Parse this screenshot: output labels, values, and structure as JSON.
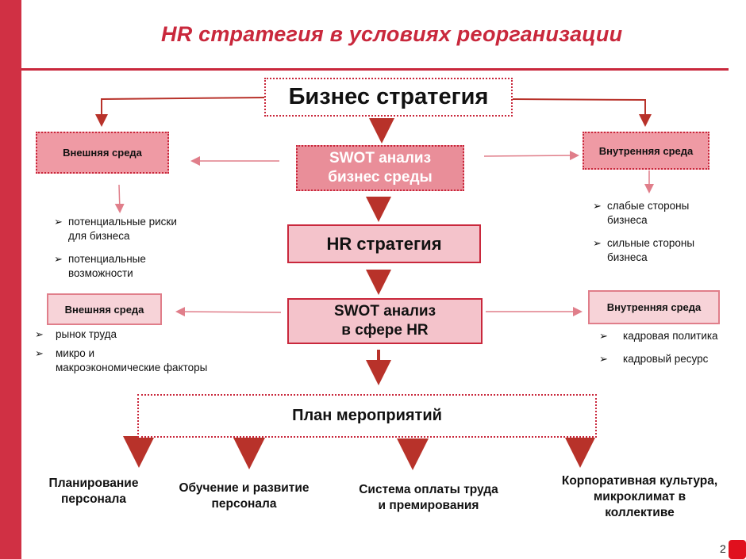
{
  "slide": {
    "title": "HR стратегия в условиях реорганизации",
    "page_number": "2"
  },
  "boxes": {
    "business_strategy": "Бизнес стратегия",
    "swot_business": "SWOT анализ\nбизнес среды",
    "hr_strategy": "HR стратегия",
    "swot_hr": "SWOT анализ\nв сфере HR",
    "action_plan": "План мероприятий",
    "external_1": "Внешняя среда",
    "internal_1": "Внутренняя среда",
    "external_2": "Внешняя среда",
    "internal_2": "Внутренняя среда"
  },
  "bullets": {
    "external_1": [
      "потенциальные риски\nдля бизнеса",
      "потенциальные\nвозможности"
    ],
    "internal_1": [
      "слабые стороны\nбизнеса",
      "сильные стороны\nбизнеса"
    ],
    "external_2": [
      "рынок труда",
      "микро и\nмакроэкономические факторы"
    ],
    "internal_2": [
      "кадровая политика",
      "кадровый ресурс"
    ]
  },
  "outcomes": [
    "Планирование\nперсонала",
    "Обучение и развитие\nперсонала",
    "Система оплаты труда\nи премирования",
    "Корпоративная культура,\nмикроклимат в\nколлективе"
  ],
  "colors": {
    "accent": "#c9283c",
    "arrow": "#b8322a",
    "pink_fill": "#f2bcc4",
    "side_fill_dark": "#ef9aa4",
    "side_fill_light": "#f7d3d8"
  },
  "icons": {
    "bullet": "arrow-bullet-icon",
    "arrow": "down-arrow-icon"
  }
}
